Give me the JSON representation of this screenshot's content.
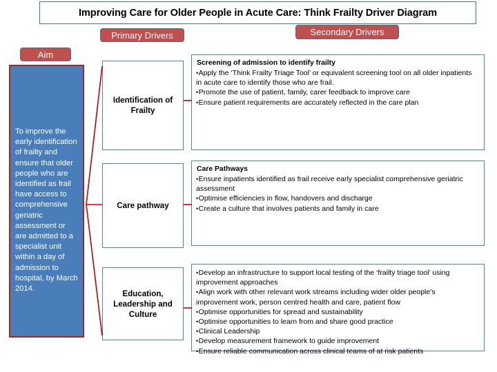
{
  "title": "Improving Care for Older People in Acute Care: Think Frailty Driver Diagram",
  "labels": {
    "aim": "Aim",
    "primary_drivers": "Primary Drivers",
    "secondary_drivers": "Secondary Drivers"
  },
  "colors": {
    "pill_red": "#c0504d",
    "aim_fill_blue": "#4a7ebb",
    "aim_border_red": "#9e2a23",
    "box_border_blue": "#5280b0",
    "connector_red": "#c00000",
    "title_border_blue": "#44719e"
  },
  "aim": {
    "text": "To improve the early identification of frailty and ensure that older people who are identified as frail have access  to comprehensive geriatric assessment  or are admitted to a specialist unit within a day of admission to hospital, by March 2014."
  },
  "primary_drivers": [
    {
      "label": "Identification of Frailty"
    },
    {
      "label": "Care pathway"
    },
    {
      "label": "Education, Leadership and Culture"
    }
  ],
  "secondary_drivers": [
    {
      "heading": "Screening of admission to identify frailty",
      "bullets": [
        "Apply the ‘Think Frailty Triage Tool’ or equivalent screening tool on all older inpatients in acute care to identify those who are frail.",
        "Promote the use of patient, family, carer feedback to improve care",
        "Ensure patient requirements are accurately reflected in the care plan"
      ]
    },
    {
      "heading": "Care Pathways",
      "bullets": [
        "Ensure inpatients identified as frail receive early specialist comprehensive geriatric assessment",
        "Optimise efficiencies in flow, handovers and discharge",
        "Create a culture that involves patients and family in care"
      ]
    },
    {
      "heading": "",
      "bullets": [
        "Develop an infrastructure to support local testing of the ‘frailty triage tool’ using improvement approaches",
        "Align work with other relevant work streams including wider older people’s improvement work, person centred health and care, patient flow",
        "Optimise opportunities for spread  and sustainability",
        "Optimise opportunities to learn from and share good practice",
        "Clinical Leadership",
        "Develop measurement framework to guide improvement",
        "Ensure reliable communication across clinical teams of at risk patients"
      ]
    }
  ]
}
